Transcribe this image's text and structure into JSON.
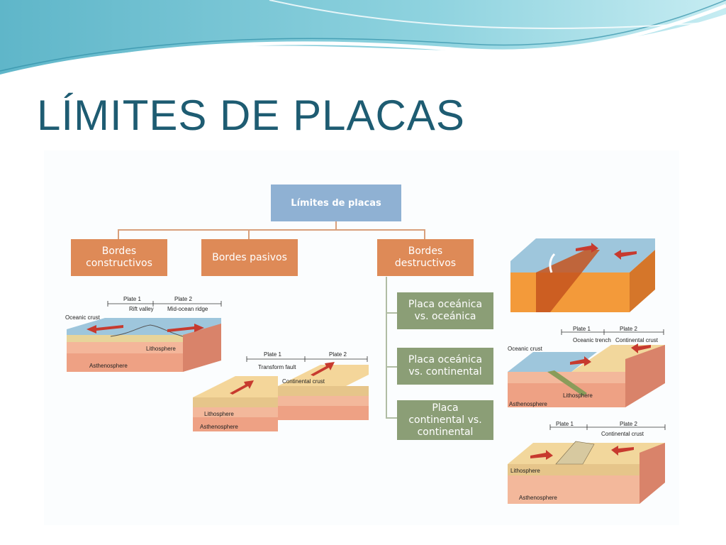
{
  "slide": {
    "title": "LÍMITES DE PLACAS",
    "accent_color": "#1e5c72"
  },
  "tree": {
    "root": "Límites de placas",
    "categories": [
      "Bordes\nconstructivos",
      "Bordes pasivos",
      "Bordes\ndestructivos"
    ],
    "destructive_types": [
      "Placa oceánica\nvs. oceánica",
      "Placa oceánica\nvs. continental",
      "Placa\ncontinental vs.\ncontinental"
    ]
  },
  "illustrations": {
    "constructive": {
      "plate1": "Plate 1",
      "plate2": "Plate 2",
      "rift": "Rift valley",
      "ridge": "Mid-ocean ridge",
      "crust": "Oceanic crust",
      "lithosphere": "Lithosphere",
      "asthenosphere": "Asthenosphere"
    },
    "transform": {
      "plate1": "Plate 1",
      "plate2": "Plate 2",
      "fault": "Transform fault",
      "crust": "Continental crust",
      "lithosphere": "Lithosphere",
      "asthenosphere": "Asthenosphere"
    },
    "ocean_continent": {
      "plate1": "Plate 1",
      "plate2": "Plate 2",
      "crust": "Oceanic crust",
      "trench": "Oceanic trench",
      "continental": "Continental crust",
      "lithosphere": "Lithosphere",
      "asthenosphere": "Asthenosphere"
    },
    "continent_continent": {
      "plate1": "Plate 1",
      "plate2": "Plate 2",
      "crust": "Continental crust",
      "lithosphere": "Lithosphere",
      "asthenosphere": "Asthenosphere"
    }
  }
}
